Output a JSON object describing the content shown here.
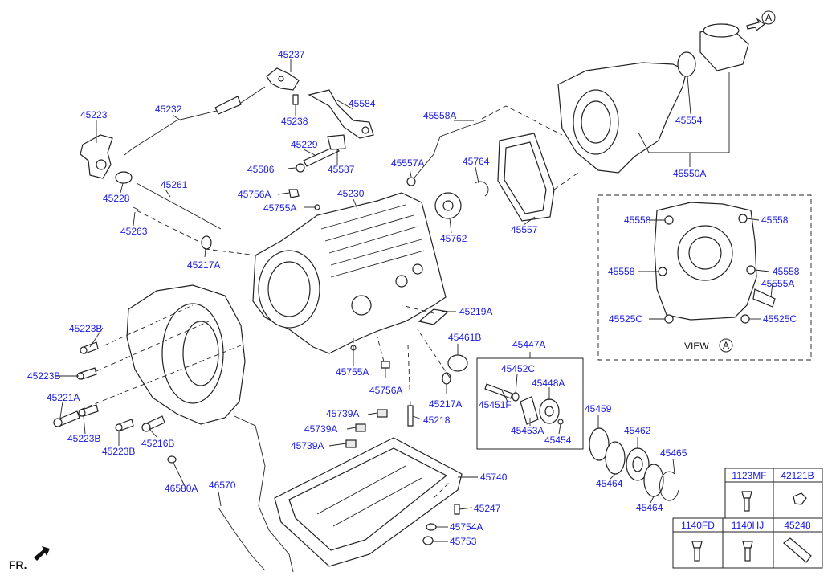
{
  "diagram": {
    "view_label": "VIEW",
    "view_ref": "A",
    "arrow_ref": "A",
    "front_label": "FR.",
    "callouts": {
      "c45237": "45237",
      "c45223": "45223",
      "c45232": "45232",
      "c45584": "45584",
      "c45238": "45238",
      "c45229": "45229",
      "c45586": "45586",
      "c45587": "45587",
      "c45228": "45228",
      "c45261": "45261",
      "c45263": "45263",
      "c45756A_1": "45756A",
      "c45755A_1": "45755A",
      "c45230": "45230",
      "c45217A_1": "45217A",
      "c45558A": "45558A",
      "c45557A": "45557A",
      "c45764": "45764",
      "c45762": "45762",
      "c45557": "45557",
      "c45554": "45554",
      "c45550A": "45550A",
      "c45558_1": "45558",
      "c45558_2": "45558",
      "c45558_3": "45558",
      "c45558_4": "45558",
      "c45555A": "45555A",
      "c45525C_1": "45525C",
      "c45525C_2": "45525C",
      "c45219A": "45219A",
      "c45461B": "45461B",
      "c45223B_1": "45223B",
      "c45223B_2": "45223B",
      "c45221A": "45221A",
      "c45223B_3": "45223B",
      "c45223B_4": "45223B",
      "c45216B": "45216B",
      "c45755A_2": "45755A",
      "c45756A_2": "45756A",
      "c45217A_2": "45217A",
      "c45218": "45218",
      "c45447A": "45447A",
      "c45452C": "45452C",
      "c45448A": "45448A",
      "c45451F": "45451F",
      "c45453A": "45453A",
      "c45454": "45454",
      "c45739A_1": "45739A",
      "c45739A_2": "45739A",
      "c45739A_3": "45739A",
      "c45740": "45740",
      "c45247": "45247",
      "c45754A": "45754A",
      "c45753": "45753",
      "c46580A": "46580A",
      "c46570": "46570",
      "c45459": "45459",
      "c45462": "45462",
      "c45465": "45465",
      "c45464_1": "45464",
      "c45464_2": "45464"
    },
    "legend_table": {
      "h1123MF": "1123MF",
      "h42121B": "42121B",
      "h1140FD": "1140FD",
      "h1140HJ": "1140HJ",
      "h45248": "45248"
    }
  }
}
